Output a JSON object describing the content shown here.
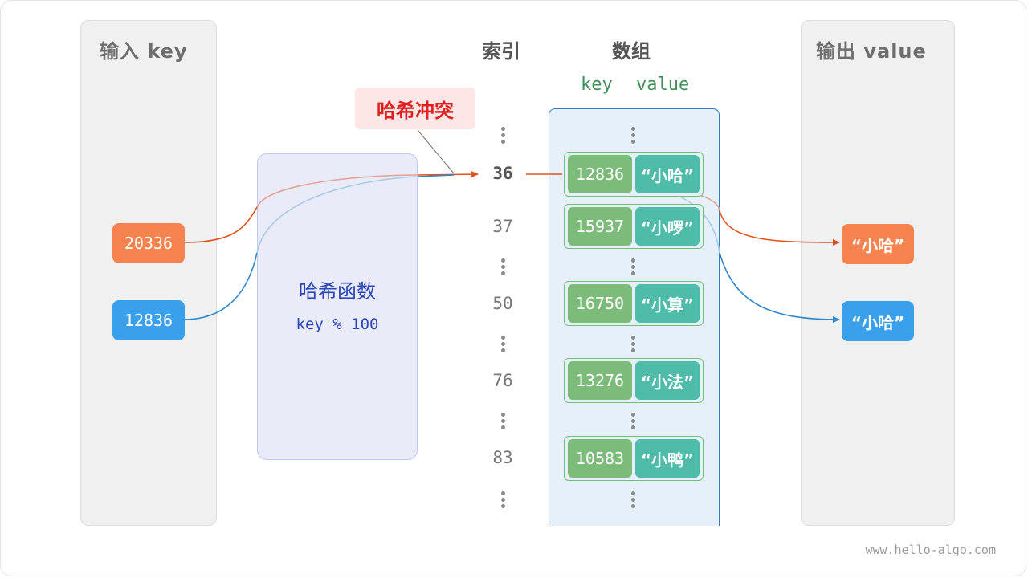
{
  "input_panel": {
    "title": "输入 key",
    "keys": [
      "20336",
      "12836"
    ]
  },
  "hash_function": {
    "title": "哈希函数",
    "expression": "key % 100"
  },
  "collision_label": "哈希冲突",
  "headers": {
    "index": "索引",
    "array": "数组",
    "key": "key",
    "value": "value"
  },
  "indices": [
    "36",
    "37",
    "50",
    "76",
    "83"
  ],
  "buckets": [
    {
      "key": "12836",
      "value": "“小哈”"
    },
    {
      "key": "15937",
      "value": "“小啰”"
    },
    {
      "key": "16750",
      "value": "“小算”"
    },
    {
      "key": "13276",
      "value": "“小法”"
    },
    {
      "key": "10583",
      "value": "“小鸭”"
    }
  ],
  "output_panel": {
    "title": "输出 value",
    "values": [
      "“小哈”",
      "“小哈”"
    ]
  },
  "watermark": "www.hello-algo.com",
  "colors": {
    "orange": "#f6834f",
    "blue": "#3ba0eb",
    "key_cell": "#7dbb7b",
    "value_cell": "#4ebca8",
    "collision": "#e02020"
  }
}
